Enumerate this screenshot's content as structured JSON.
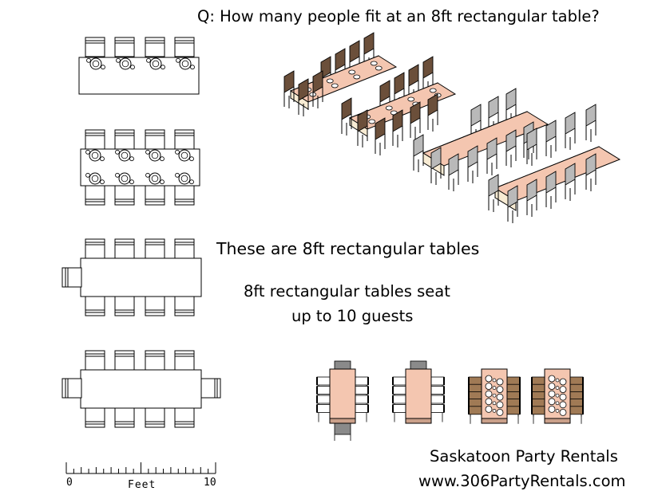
{
  "question": "Q: How many people fit at an 8ft rectangular table?",
  "caption": "These are 8ft rectangular tables",
  "seating": {
    "line1": "8ft rectangular tables seat",
    "line2": "up to 10 guests"
  },
  "company": "Saskatoon Party Rentals",
  "website": "www.306PartyRentals.com",
  "scale": {
    "start": "0",
    "label": "Feet",
    "end": "10"
  },
  "colors": {
    "table_top": "#f4c6b0",
    "table_side": "#caa08a",
    "table_front": "#f7ebd3",
    "chair_brown": "#6b4f3a",
    "chair_gray": "#b9b9b9",
    "line": "#000000"
  }
}
